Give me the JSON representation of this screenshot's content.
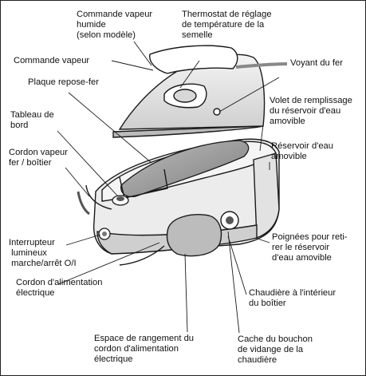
{
  "labels": {
    "commande_vapeur_humide": [
      "Commande vapeur",
      "humide",
      "(selon modèle)"
    ],
    "thermostat": [
      "Thermostat de réglage",
      "de température de la",
      "semelle"
    ],
    "commande_vapeur": [
      "Commande vapeur"
    ],
    "voyant_du_fer": [
      "Voyant du fer"
    ],
    "plaque_repose_fer": [
      "Plaque repose-fer"
    ],
    "volet_remplissage": [
      "Volet de remplissage",
      "du réservoir d'eau",
      "amovible"
    ],
    "tableau_de_bord": [
      "Tableau  de",
      "bord"
    ],
    "reservoir_eau": [
      "Réservoir d'eau",
      "amovible"
    ],
    "cordon_vapeur": [
      "Cordon vapeur",
      "fer / boîtier"
    ],
    "poignees": [
      "Poignées pour reti-",
      "rer le réservoir",
      "d'eau amovible"
    ],
    "interrupteur": [
      "Interrupteur",
      " lumineux",
      " marche/arrêt O/I"
    ],
    "cordon_alimentation": [
      "Cordon d'alimentation",
      "électrique"
    ],
    "chaudiere": [
      "Chaudière à l'intérieur",
      "du boîtier"
    ],
    "espace_rangement": [
      "Espace de rangement du",
      "cordon d'alimentation",
      "électrique"
    ],
    "cache_bouchon": [
      "Cache du bouchon",
      "de vidange de la",
      "chaudière"
    ]
  },
  "colors": {
    "line": "#1a1a1a",
    "plate": "#9a9a9a",
    "base_shade": "#d6d6d6",
    "dark": "#555555"
  }
}
